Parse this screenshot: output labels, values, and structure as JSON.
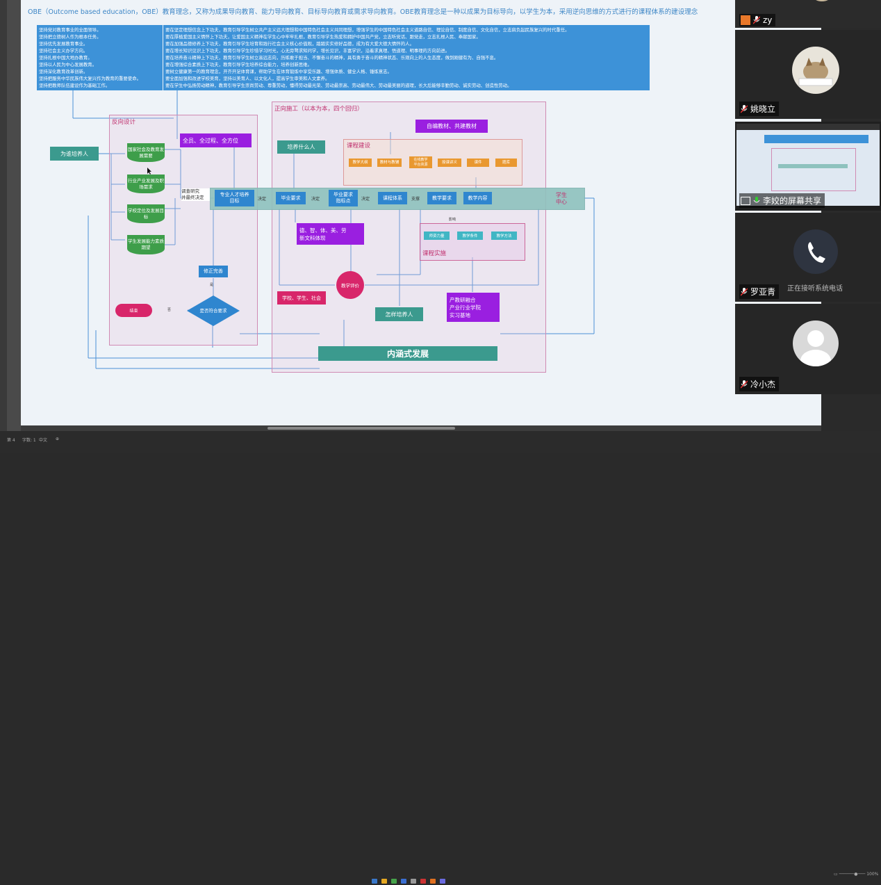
{
  "intro_text": "OBE（Outcome based education，OBE）教育理念，又称为成果导向教育、能力导向教育、目标导向教育或需求导向教育。OBE教育理念是一种以成果为目标导向，以学生为本，采用逆向思维的方式进行的课程体系的建设理念",
  "left_box_lines": [
    "坚持党对教育事业的全面领导。",
    "坚持把立德树人作为根本任务。",
    "坚持优先发展教育事业。",
    "坚持社会主义办学方向。",
    "坚持扎根中国大地办教育。",
    "坚持以人民为中心发展教育。",
    "坚持深化教育改革创新。",
    "坚持把服务中华民族伟大复兴作为教育的重要使命。",
    "坚持把教师队伍建设作为基础工作。"
  ],
  "right_box_lines": [
    "要在坚定理想信念上下功夫，教育引导学生树立共产主义远大理想和中国特色社会主义共同理想，增强学生的中国特色社会主义道路自信、理论自信、制度自信、文化自信，立志肩负起民族复兴的时代重任。",
    "要在厚植爱国主义情怀上下功夫，让爱国主义精神在学生心中牢牢扎根，教育引导学生热爱和拥护中国共产党，立志听党话、跟党走，立志扎根人民、奉献国家。",
    "要在加强品德修养上下功夫，教育引导学生培育和践行社会主义核心价值观，踏踏实实修好品德，成为有大爱大德大情怀的人。",
    "要在增长知识见识上下功夫，教育引导学生珍惜学习时光，心无旁骛求知问学，增长见识，丰富学识，沿着求真理、悟道理、明事理的方向前进。",
    "要在培养奋斗精神上下功夫，教育引导学生树立高远志向，历练敢于担当、不懈奋斗的精神，具有勇于奋斗的精神状态、乐观向上的人生态度，做到刚健有为、自强不息。",
    "要在增强综合素质上下功夫，教育引导学生培养综合能力，培养创新思维。",
    "要树立健康第一的教育理念，开齐开足体育课，帮助学生在体育锻炼中享受乐趣、增强体质、健全人格、锤炼意志。",
    "要全面加强和改进学校美育，坚持以美育人、以文化人，提高学生审美和人文素养。",
    "要在学生中弘扬劳动精神，教育引导学生崇尚劳动、尊重劳动，懂得劳动最光荣、劳动最崇高、劳动最伟大、劳动最美丽的道理，长大后能够辛勤劳动、诚实劳动、创造性劳动。"
  ],
  "reverse_design": {
    "title": "反向设计",
    "for_whom": "为谁培养人",
    "needs": [
      "国家社会及教育发展需要",
      "行业产业发展及职场需求",
      "学校定位及发展目标",
      "学生发展能力素质期望"
    ],
    "all_round": "全员、全过程、全方位",
    "survey": "调查研究\n并最终决定",
    "revise": "修正完善",
    "meets": "是否符合要求",
    "end": "结束",
    "no": "否",
    "yes": "是"
  },
  "forward_construct": {
    "title": "正向施工（以本为本，四个回归）",
    "what": "培养什么人",
    "self_made": "自编教材、共建教材",
    "course_build_title": "课程建设",
    "course_items": [
      "教学大纲",
      "教材与教辅",
      "在线教学\n平台资源",
      "授课讲义",
      "课件",
      "题库"
    ],
    "five": "德、智、体、美、劳\n新文科体现",
    "evaluation": "教学评价",
    "school": "学校、学生、社会",
    "how": "怎样培养人",
    "impl_title": "课程实施",
    "impl_items": [
      "师资力量",
      "教学条件",
      "教学方法"
    ],
    "industry": "产教研融合\n产业行业学院\n实习基地",
    "development": "内涵式发展",
    "student_center": "学生\n中心",
    "impl_label": "影响"
  },
  "process_steps": [
    "专业人才培养\n目标",
    "毕业要求",
    "毕业要求\n指标点",
    "课程体系",
    "教学要求",
    "教学内容"
  ],
  "process_decisions": [
    "决定",
    "决定",
    "决定",
    "支撑"
  ],
  "participants": [
    {
      "name": "zy",
      "status": ""
    },
    {
      "name": "姚晓立",
      "status": ""
    },
    {
      "name": "李姣的屏幕共享",
      "status": ""
    },
    {
      "name": "罗亚青",
      "status": "正在接听系统电话"
    },
    {
      "name": "冷小杰",
      "status": ""
    }
  ],
  "statusbar": {
    "page": "第 4",
    "words": "字数: 1",
    "lang": "中文",
    "zoom": "100%"
  },
  "colors": {
    "blue": "#3d92d8",
    "teal": "#3b9a8e",
    "purple": "#9a1fe0",
    "green": "#3e9e4a",
    "red": "#d8266a",
    "orange": "#e99830"
  }
}
